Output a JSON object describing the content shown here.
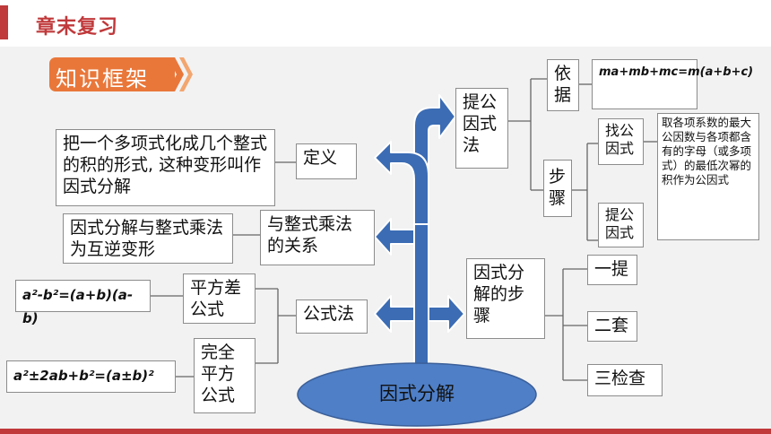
{
  "header": {
    "title": "章末复习"
  },
  "badge": {
    "label": "知识框架"
  },
  "root": {
    "label": "因式分解"
  },
  "branches": {
    "definition": {
      "label": "定义",
      "content": "把一个多项式化成几个整式的积的形式, 这种变形叫作因式分解"
    },
    "relation": {
      "label": "与整式乘法的关系",
      "content": "因式分解与整式乘法为互逆变形"
    },
    "formula": {
      "label": "公式法",
      "square_diff": {
        "label": "平方差公式",
        "formula": "a²-b²=(a+b)(a-b)"
      },
      "perfect_square": {
        "label": "完全平方公式",
        "formula": "a²±2ab+b²=(a±b)²"
      }
    },
    "common_factor": {
      "label": "提公因式法",
      "basis": {
        "label": "依据",
        "formula": "ma+mb+mc=m(a+b+c)"
      },
      "steps": {
        "label": "步骤",
        "find": {
          "label": "找公因式",
          "note": "取各项系数的最大公因数与各项都含有的字母（或多项式）的最低次幂的积作为公因式"
        },
        "extract": {
          "label": "提公因式"
        }
      }
    },
    "procedure": {
      "label": "因式分解的步骤",
      "steps": [
        "一提",
        "二套",
        "三检查"
      ]
    }
  },
  "colors": {
    "accent": "#c0393b",
    "badge": "#e9773a",
    "arrow": "#3b6cb4",
    "root": "#4e7fc7"
  }
}
